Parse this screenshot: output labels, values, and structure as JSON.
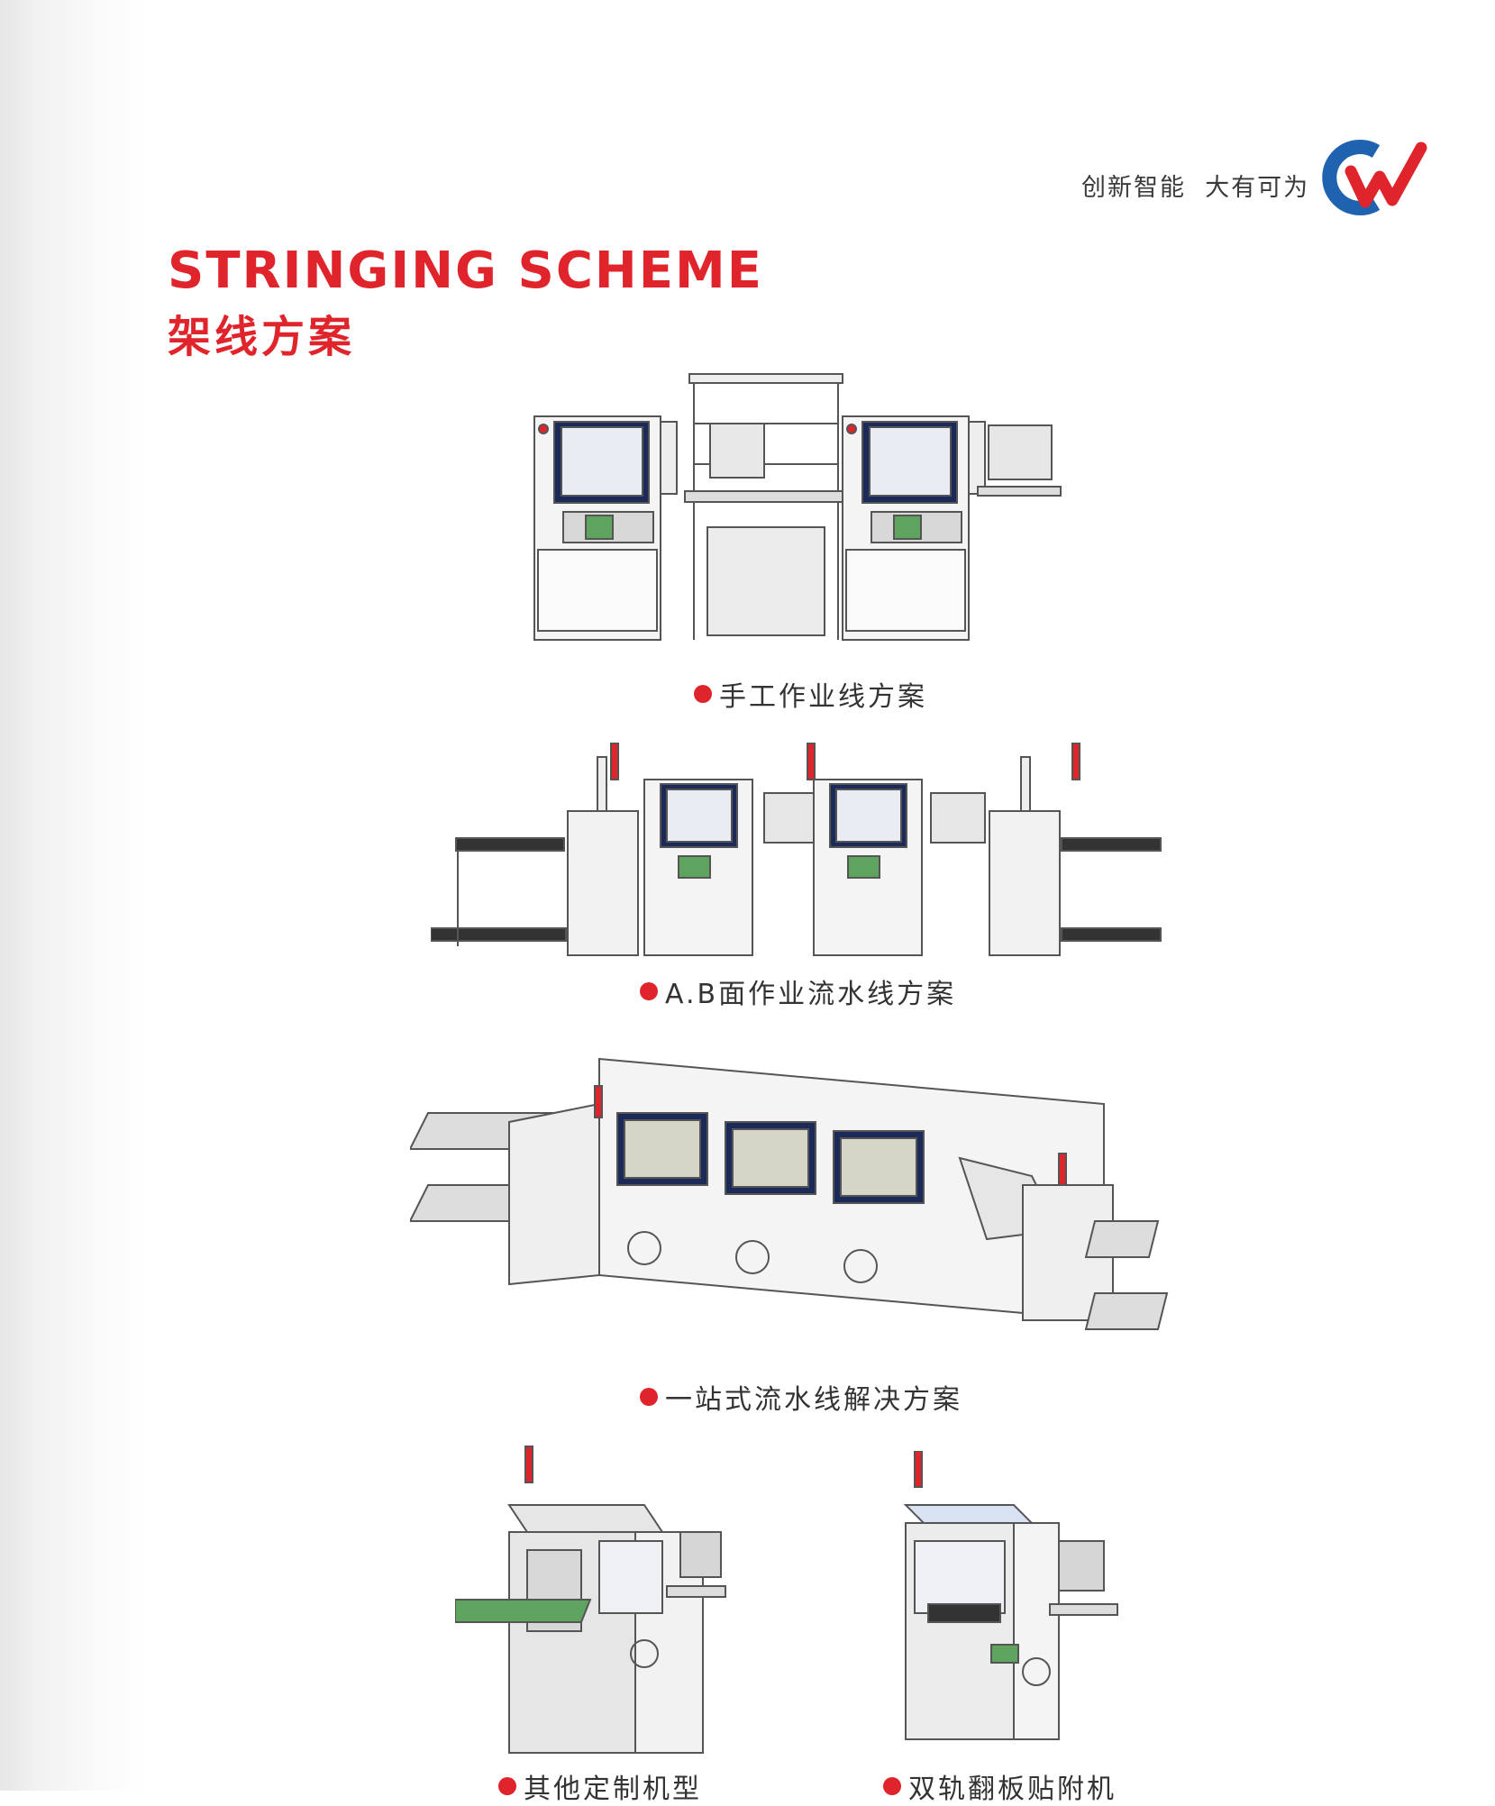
{
  "header": {
    "slogan": "创新智能  大有可为",
    "logo_icon": "cw-logo-icon",
    "brand_colors": {
      "blue": "#1f63b0",
      "red": "#e0242b"
    }
  },
  "title": {
    "en": "STRINGING SCHEME",
    "cn": "架线方案"
  },
  "schemes": [
    {
      "caption": "手工作业线方案"
    },
    {
      "caption": "A.B面作业流水线方案"
    },
    {
      "caption": "一站式流水线解决方案"
    },
    {
      "caption": "其他定制机型"
    },
    {
      "caption": "双轨翻板贴附机"
    }
  ]
}
